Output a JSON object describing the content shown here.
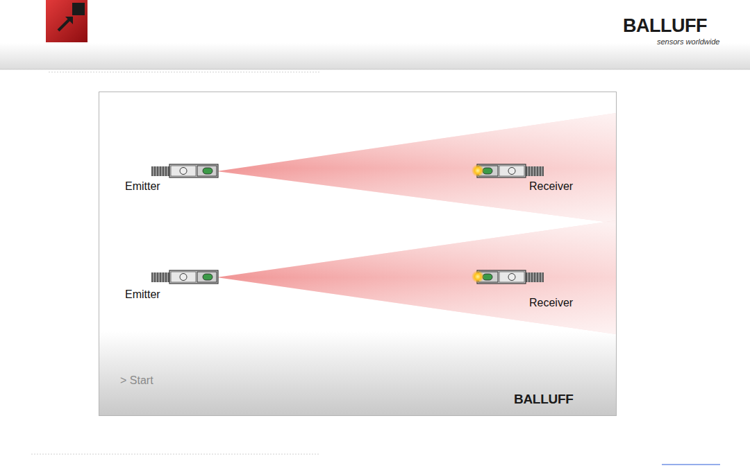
{
  "diagram": {
    "labels": [
      "BALLUFF",
      "sensors worldwide",
      "Emitter",
      "Receiver",
      "Emitter",
      "Receiver",
      "> Start",
      "BALLUFF"
    ]
  }
}
